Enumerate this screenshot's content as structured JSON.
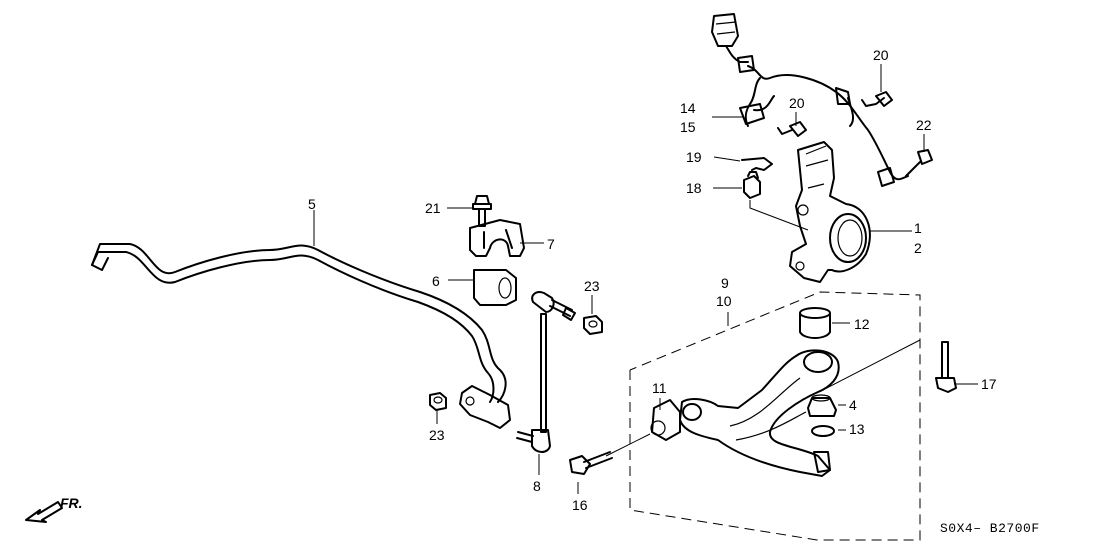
{
  "labels": {
    "l1": "1",
    "l2": "2",
    "l4": "4",
    "l5": "5",
    "l6": "6",
    "l7": "7",
    "l8": "8",
    "l9": "9",
    "l10": "10",
    "l11": "11",
    "l12": "12",
    "l13": "13",
    "l14": "14",
    "l15": "15",
    "l16": "16",
    "l17": "17",
    "l18": "18",
    "l19": "19",
    "l20a": "20",
    "l20b": "20",
    "l21": "21",
    "l22": "22",
    "l23a": "23",
    "l23b": "23"
  },
  "footer": {
    "code": "S0X4– B2700F",
    "direction": "FR."
  }
}
